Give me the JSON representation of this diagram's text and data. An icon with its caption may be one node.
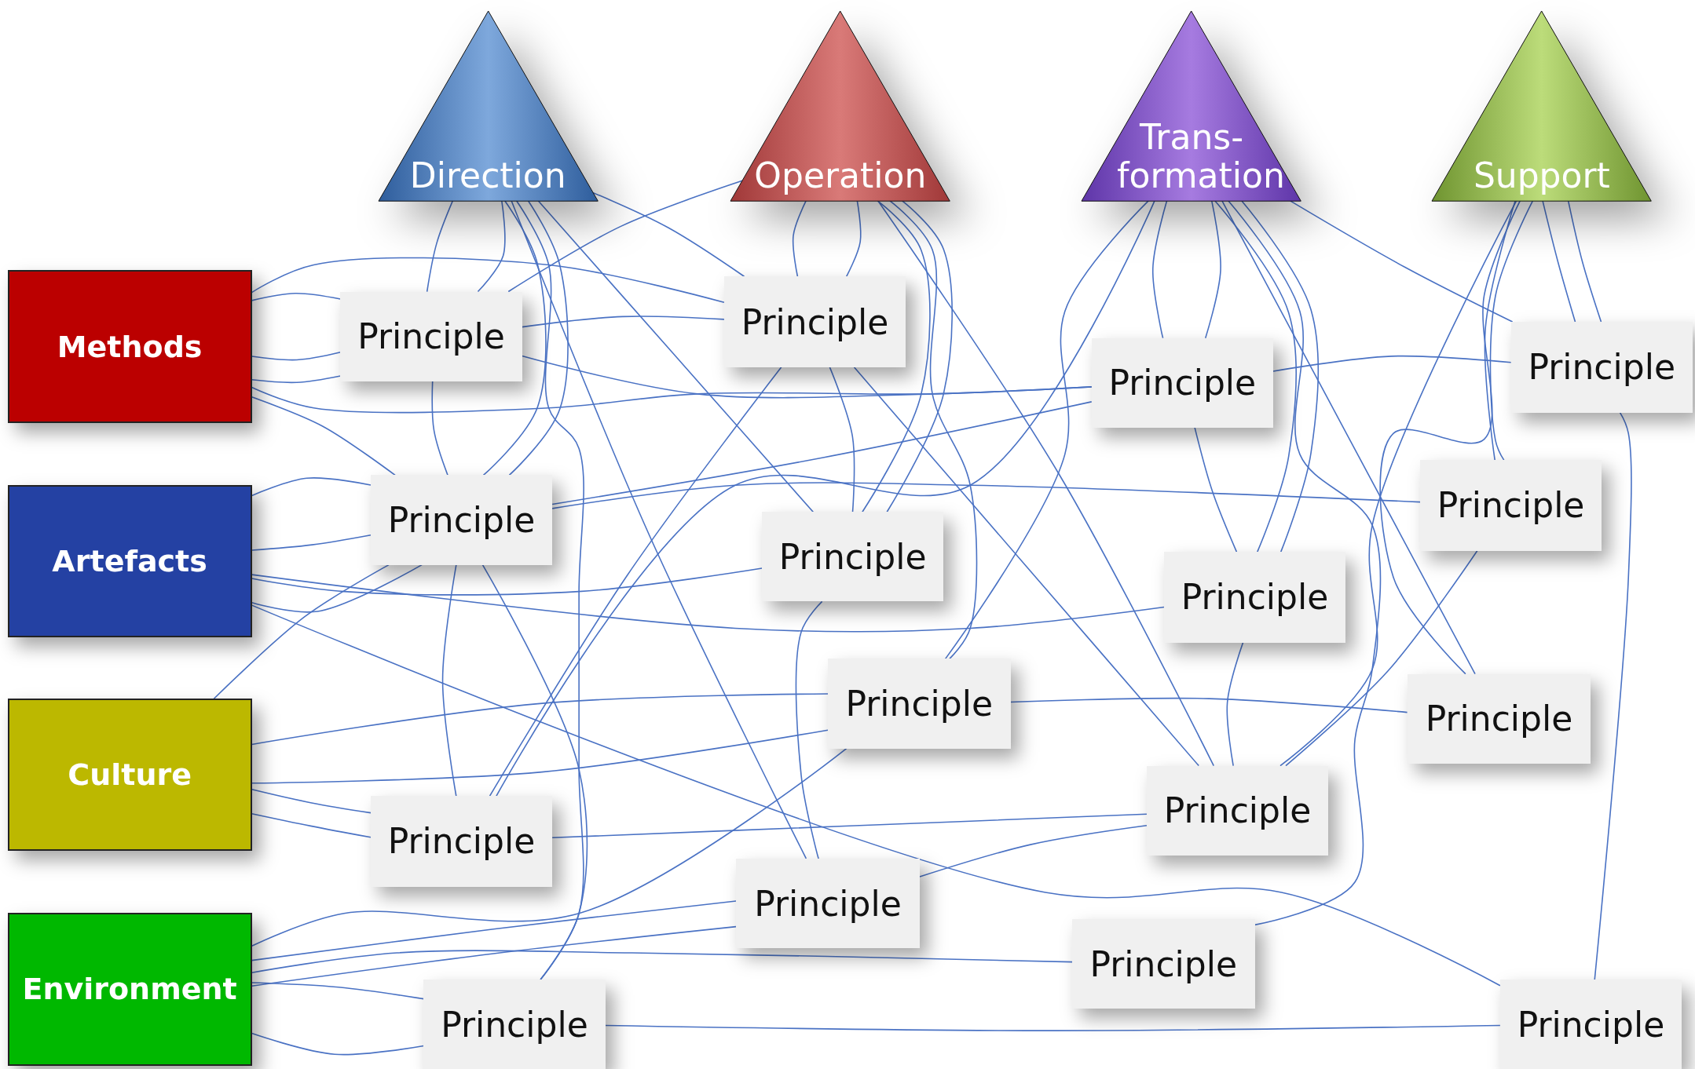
{
  "diagram": {
    "nodes": [
      {
        "text": [
          "Direction"
        ]
      },
      {
        "text": [
          "Operation"
        ]
      },
      {
        "text": [
          "Trans- formation"
        ]
      },
      {
        "text": [
          "Support"
        ]
      },
      {
        "text": [
          "Methods"
        ]
      },
      {
        "text": [
          "Artefacts"
        ]
      },
      {
        "text": [
          "Culture"
        ]
      },
      {
        "text": [
          "Environment"
        ]
      },
      {
        "text": [
          "Principle"
        ]
      },
      {
        "text": [
          "Principle"
        ]
      },
      {
        "text": [
          "Principle"
        ]
      },
      {
        "text": [
          "Principle"
        ]
      },
      {
        "text": [
          "Principle"
        ]
      },
      {
        "text": [
          "Principle"
        ]
      },
      {
        "text": [
          "Principle"
        ]
      },
      {
        "text": [
          "Principle"
        ]
      },
      {
        "text": [
          "Principle"
        ]
      },
      {
        "text": [
          "Principle"
        ]
      },
      {
        "text": [
          "Principle"
        ]
      },
      {
        "text": [
          "Principle"
        ]
      },
      {
        "text": [
          "Principle"
        ]
      },
      {
        "text": [
          "Principle"
        ]
      },
      {
        "text": [
          "Principle"
        ]
      },
      {
        "text": [
          "Principle"
        ]
      }
    ],
    "edges": [
      {
        "from": 0,
        "to": 9,
        "arrow": "none"
      },
      {
        "from": 0,
        "to": 9,
        "arrow": "none"
      },
      {
        "from": 0,
        "to": 13,
        "arrow": "none"
      },
      {
        "from": 0,
        "to": 13,
        "arrow": "none"
      },
      {
        "from": 0,
        "to": 8,
        "arrow": "none"
      },
      {
        "from": 0,
        "to": 14,
        "arrow": "none"
      },
      {
        "from": 0,
        "to": 20,
        "arrow": "none"
      },
      {
        "from": 0,
        "to": 22,
        "arrow": "none"
      },
      {
        "from": 1,
        "to": 8,
        "arrow": "none"
      },
      {
        "from": 1,
        "to": 8,
        "arrow": "none"
      },
      {
        "from": 1,
        "to": 9,
        "arrow": "none"
      },
      {
        "from": 1,
        "to": 14,
        "arrow": "none"
      },
      {
        "from": 1,
        "to": 14,
        "arrow": "none"
      },
      {
        "from": 1,
        "to": 16,
        "arrow": "none"
      },
      {
        "from": 1,
        "to": 18,
        "arrow": "none"
      },
      {
        "from": 2,
        "to": 11,
        "arrow": "none"
      },
      {
        "from": 2,
        "to": 11,
        "arrow": "none"
      },
      {
        "from": 2,
        "to": 15,
        "arrow": "none"
      },
      {
        "from": 2,
        "to": 15,
        "arrow": "none"
      },
      {
        "from": 2,
        "to": 17,
        "arrow": "none"
      },
      {
        "from": 2,
        "to": 16,
        "arrow": "none"
      },
      {
        "from": 2,
        "to": 19,
        "arrow": "none"
      },
      {
        "from": 2,
        "to": 21,
        "arrow": "none"
      },
      {
        "from": 2,
        "to": 10,
        "arrow": "none"
      },
      {
        "from": 3,
        "to": 10,
        "arrow": "none"
      },
      {
        "from": 3,
        "to": 10,
        "arrow": "none"
      },
      {
        "from": 3,
        "to": 12,
        "arrow": "none"
      },
      {
        "from": 3,
        "to": 12,
        "arrow": "none"
      },
      {
        "from": 3,
        "to": 17,
        "arrow": "none"
      },
      {
        "from": 3,
        "to": 18,
        "arrow": "none"
      },
      {
        "from": 4,
        "to": 9,
        "arrow": "none"
      },
      {
        "from": 4,
        "to": 9,
        "arrow": "none"
      },
      {
        "from": 4,
        "to": 9,
        "arrow": "none"
      },
      {
        "from": 4,
        "to": 8,
        "arrow": "none"
      },
      {
        "from": 4,
        "to": 11,
        "arrow": "none"
      },
      {
        "from": 4,
        "to": 13,
        "arrow": "none"
      },
      {
        "from": 5,
        "to": 13,
        "arrow": "none"
      },
      {
        "from": 5,
        "to": 13,
        "arrow": "none"
      },
      {
        "from": 5,
        "to": 13,
        "arrow": "none"
      },
      {
        "from": 5,
        "to": 14,
        "arrow": "none"
      },
      {
        "from": 5,
        "to": 15,
        "arrow": "none"
      },
      {
        "from": 5,
        "to": 23,
        "arrow": "none"
      },
      {
        "from": 6,
        "to": 13,
        "arrow": "none"
      },
      {
        "from": 6,
        "to": 16,
        "arrow": "none"
      },
      {
        "from": 6,
        "to": 16,
        "arrow": "none"
      },
      {
        "from": 6,
        "to": 19,
        "arrow": "none"
      },
      {
        "from": 6,
        "to": 19,
        "arrow": "none"
      },
      {
        "from": 7,
        "to": 16,
        "arrow": "none"
      },
      {
        "from": 7,
        "to": 20,
        "arrow": "none"
      },
      {
        "from": 7,
        "to": 20,
        "arrow": "none"
      },
      {
        "from": 7,
        "to": 21,
        "arrow": "none"
      },
      {
        "from": 7,
        "to": 22,
        "arrow": "none"
      },
      {
        "from": 7,
        "to": 22,
        "arrow": "none"
      },
      {
        "from": 9,
        "to": 8,
        "arrow": "none"
      },
      {
        "from": 9,
        "to": 11,
        "arrow": "none"
      },
      {
        "from": 9,
        "to": 13,
        "arrow": "none"
      },
      {
        "from": 11,
        "to": 10,
        "arrow": "none"
      },
      {
        "from": 13,
        "to": 12,
        "arrow": "none"
      },
      {
        "from": 13,
        "to": 11,
        "arrow": "none"
      },
      {
        "from": 13,
        "to": 19,
        "arrow": "none"
      },
      {
        "from": 13,
        "to": 22,
        "arrow": "none"
      },
      {
        "from": 8,
        "to": 18,
        "arrow": "none"
      },
      {
        "from": 8,
        "to": 19,
        "arrow": "none"
      },
      {
        "from": 8,
        "to": 14,
        "arrow": "none"
      },
      {
        "from": 14,
        "to": 20,
        "arrow": "none"
      },
      {
        "from": 11,
        "to": 15,
        "arrow": "none"
      },
      {
        "from": 15,
        "to": 18,
        "arrow": "none"
      },
      {
        "from": 16,
        "to": 17,
        "arrow": "none"
      },
      {
        "from": 18,
        "to": 19,
        "arrow": "none"
      },
      {
        "from": 18,
        "to": 20,
        "arrow": "none"
      },
      {
        "from": 12,
        "to": 18,
        "arrow": "none"
      },
      {
        "from": 10,
        "to": 23,
        "arrow": "none"
      },
      {
        "from": 22,
        "to": 23,
        "arrow": "none"
      }
    ]
  }
}
